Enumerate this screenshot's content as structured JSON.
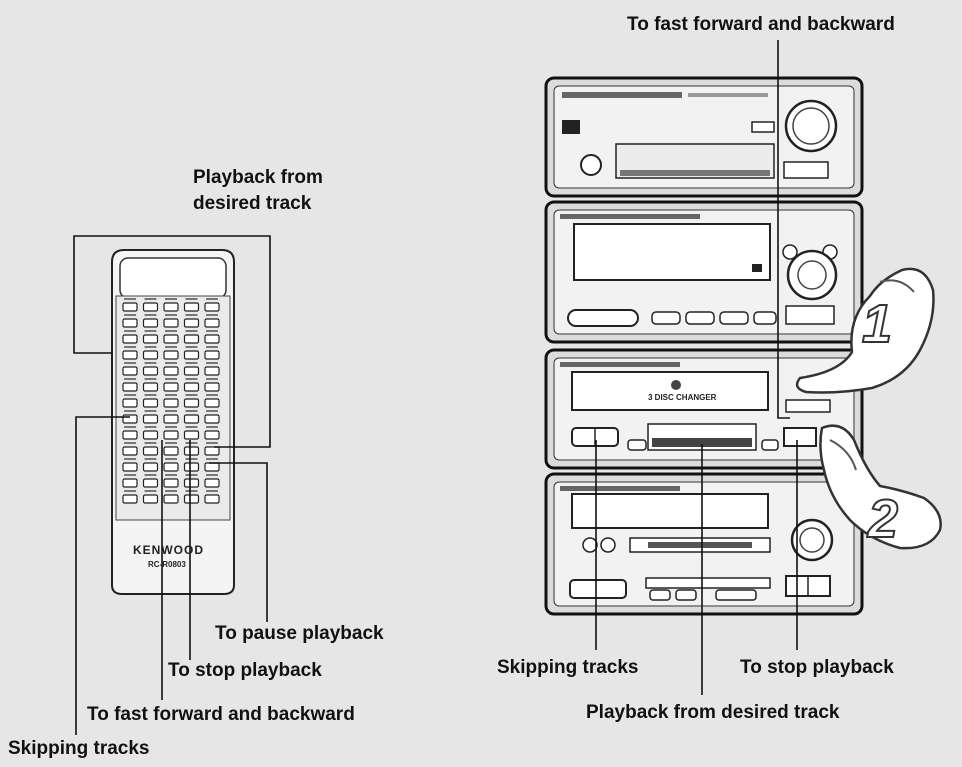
{
  "labels": {
    "remote_playback_desired": [
      "Playback from",
      "desired track"
    ],
    "remote_pause": "To pause playback",
    "remote_stop": "To stop playback",
    "remote_fast": "To fast forward and backward",
    "remote_skip": "Skipping tracks",
    "unit_fast": "To fast forward and backward",
    "unit_skip": "Skipping tracks",
    "unit_stop": "To stop playback",
    "unit_playback_desired": "Playback from desired track"
  },
  "remote": {
    "brand": "KENWOOD",
    "model": "RC-R0803"
  },
  "unit": {
    "cd_changer_label": "3 DISC CHANGER",
    "step_1": "1",
    "step_2": "2"
  }
}
